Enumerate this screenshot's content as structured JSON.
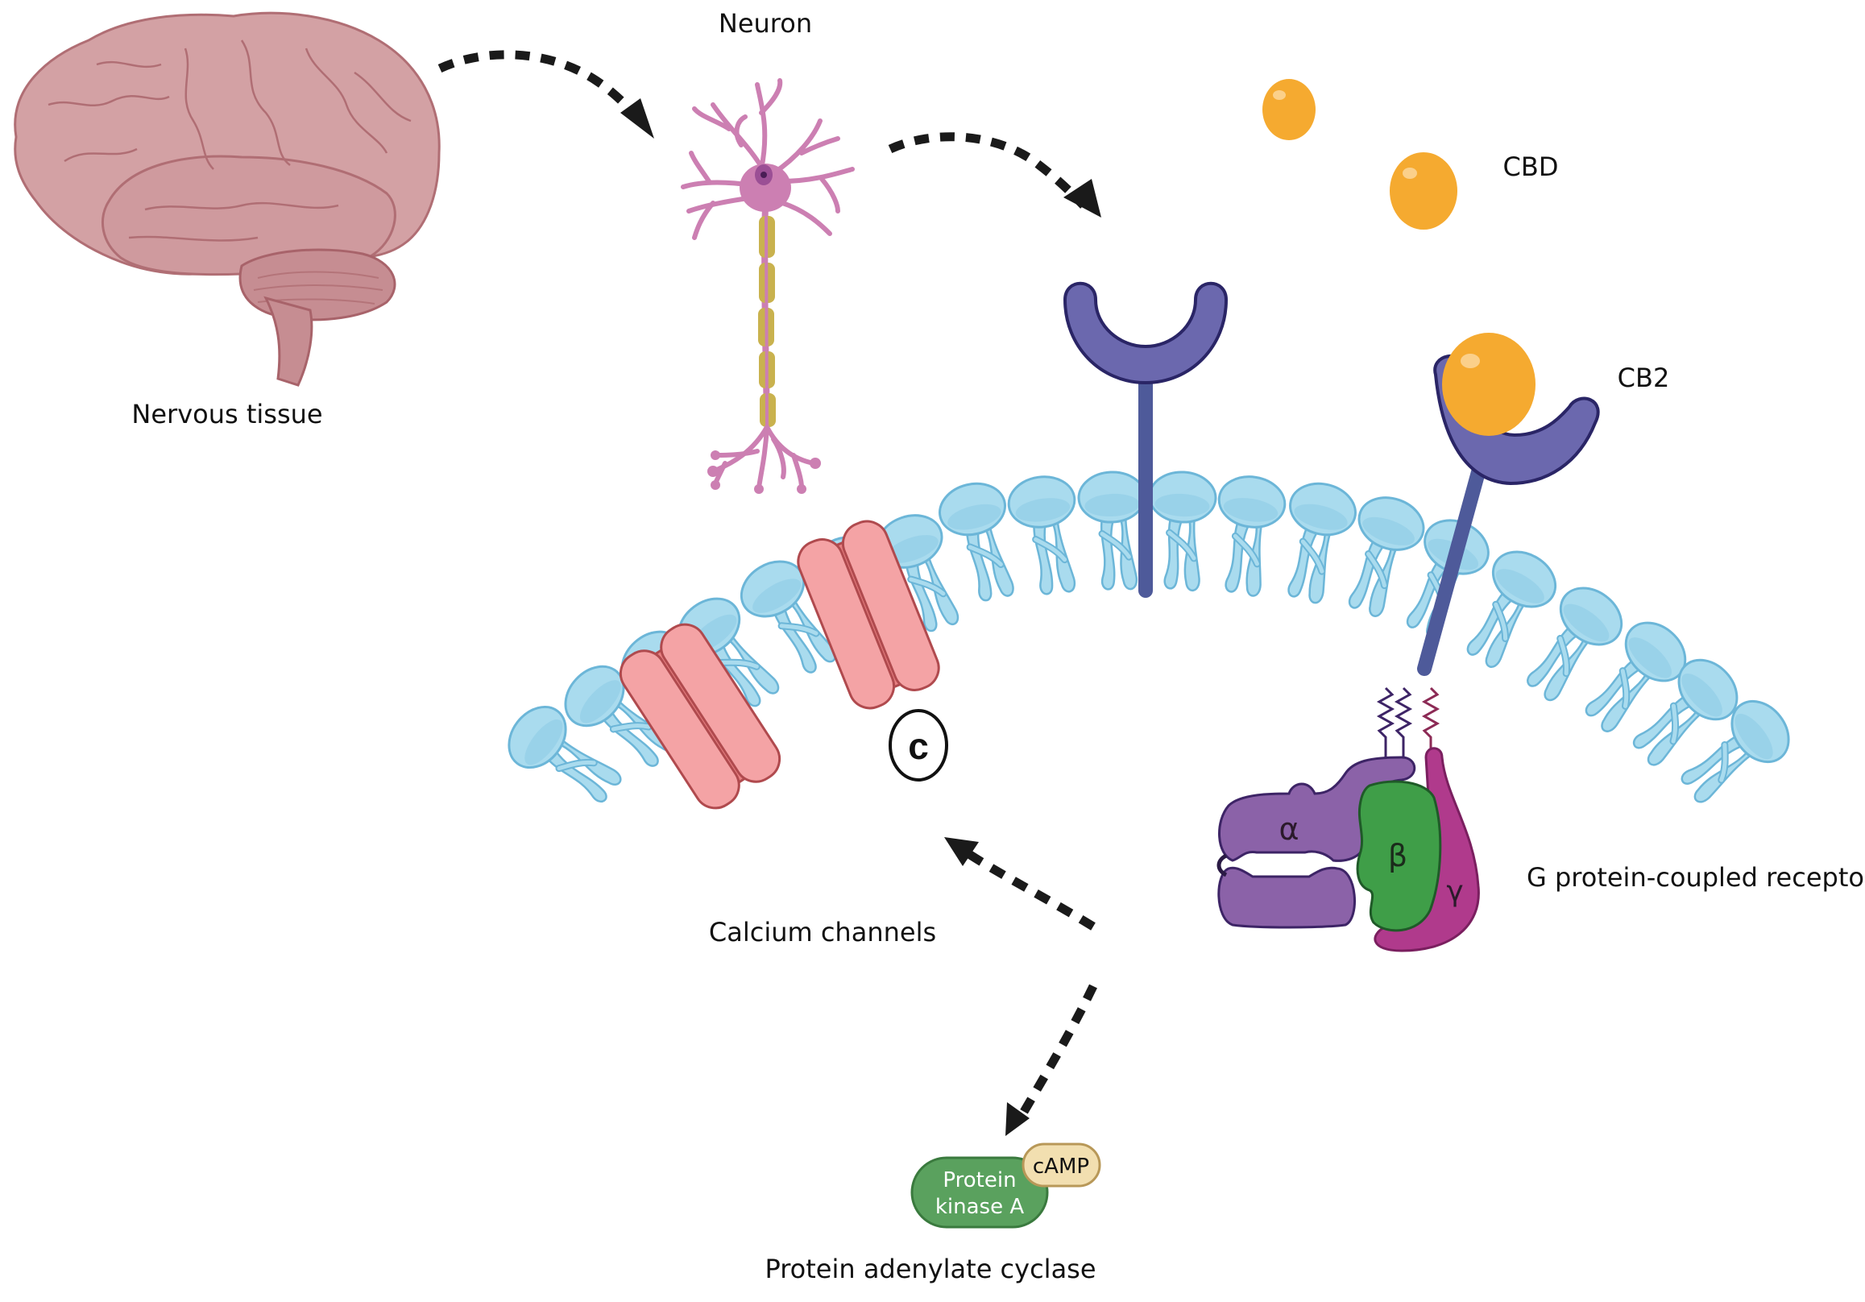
{
  "labels": {
    "nervous_tissue": "Nervous tissue",
    "neuron": "Neuron",
    "cbd": "CBD",
    "cb2": "CB2",
    "g_protein": "G protein-coupled receptors",
    "calcium_channels": "Calcium channels",
    "adenylate_cyclase": "Protein adenylate cyclase"
  },
  "gprotein_subunits": {
    "alpha": "α",
    "beta": "β",
    "gamma": "γ"
  },
  "pka": {
    "line1": "Protein",
    "line2": "kinase A",
    "cofactor": "cAMP"
  },
  "channel_marker": "c",
  "colors": {
    "brain": "#d3a1a4",
    "brain_stroke": "#b06e74",
    "neuron": "#cc7fb2",
    "myelin": "#c9b24e",
    "cbd": "#f5aa30",
    "receptor": "#6b68ae",
    "receptor_stroke": "#2a2566",
    "lipid": "#a9dbee",
    "lipid_stroke": "#6cb6d8",
    "channel": "#f4a3a5",
    "channel_stroke": "#b04a4e",
    "alpha": "#8b62a8",
    "beta": "#3f9e48",
    "gamma": "#b03a8c",
    "pka": "#5aa15e",
    "camp": "#f2dfb0",
    "arrow": "#1a1a1a"
  }
}
